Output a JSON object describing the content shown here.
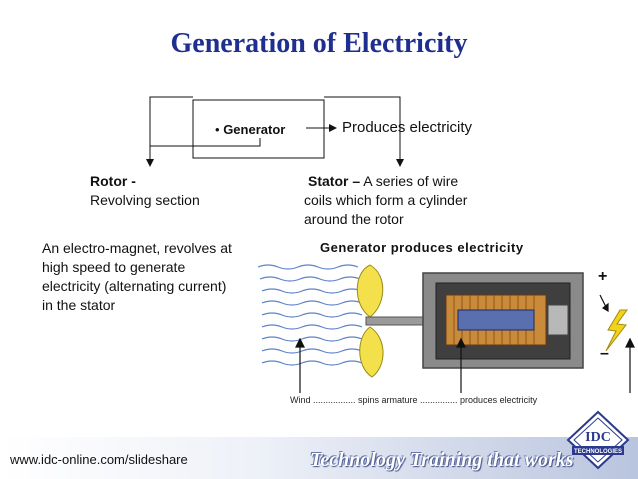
{
  "title": "Generation of Electricity",
  "generator_box": {
    "bullet": "•",
    "label": "Generator"
  },
  "produces": "Produces electricity",
  "rotor": {
    "heading": "Rotor -",
    "desc": "Revolving section"
  },
  "stator": {
    "heading": "Stator –",
    "desc_line1": "A series of wire",
    "desc_line2": "coils which form a cylinder",
    "desc_line3": "around the rotor"
  },
  "electromagnet": {
    "line1": "An electro-magnet, revolves at",
    "line2": "high speed to generate",
    "line3": "electricity  (alternating current)",
    "line4": "in the  stator"
  },
  "illustration": {
    "caption_top": "Generator produces electricity",
    "caption_bottom": "Wind ................. spins armature ............... produces electricity",
    "plus": "+",
    "minus": "–"
  },
  "footer": {
    "url": "www.idc-online.com/slideshare",
    "slogan": "Technology Training that works",
    "logo_text": "IDC",
    "logo_sub": "TECHNOLOGIES"
  },
  "colors": {
    "title": "#1f2f8f",
    "logo": "#2b3a8c",
    "propeller": "#f4e04a",
    "bolt": "#f2d21b"
  }
}
